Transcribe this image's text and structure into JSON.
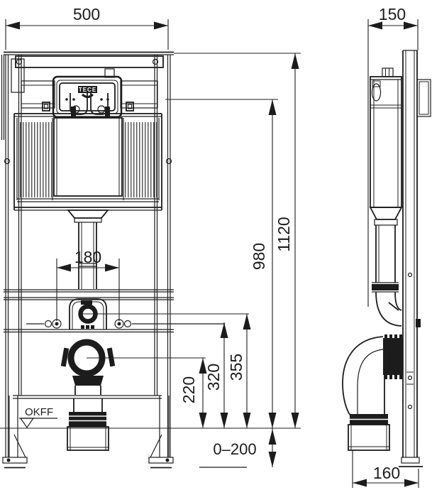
{
  "drawing": {
    "brand": "TECE",
    "floor_reference_label": "OKFF",
    "dims": {
      "front_width": "500",
      "side_depth": "150",
      "overall_height": "1120",
      "actuation_height": "980",
      "bolt_spacing": "180",
      "flush_bend_height": "355",
      "fixing_bolt_height": "320",
      "drain_center_height": "220",
      "foot_adjustment_range": "0–200",
      "drain_wall_offset": "160"
    },
    "colors": {
      "line": "#1c1c1c",
      "background": "#ffffff"
    }
  }
}
